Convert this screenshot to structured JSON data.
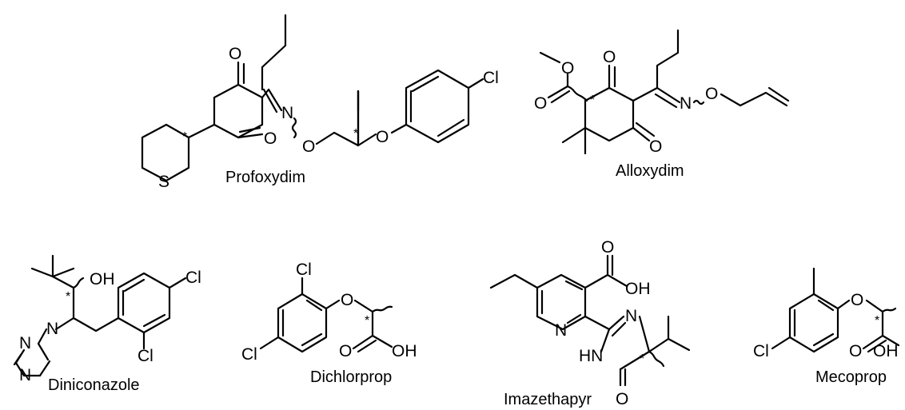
{
  "molecules": {
    "profoxydim": {
      "name": "Profoxydim",
      "labels": {
        "o1": "O",
        "o2": "O",
        "n": "N",
        "o3": "O",
        "o4": "O",
        "cl": "Cl",
        "s": "S",
        "star1": "*",
        "star2": "*"
      }
    },
    "alloxydim": {
      "name": "Alloxydim",
      "labels": {
        "o1": "O",
        "o2": "O",
        "o3": "O",
        "o4": "O",
        "n": "N",
        "o5": "O",
        "star": "*"
      }
    },
    "diniconazole": {
      "name": "Diniconazole",
      "labels": {
        "oh": "OH",
        "cl1": "Cl",
        "cl2": "Cl",
        "n1": "N",
        "n2": "N",
        "n3": "N",
        "star": "*"
      }
    },
    "dichlorprop": {
      "name": "Dichlorprop",
      "labels": {
        "cl1": "Cl",
        "cl2": "Cl",
        "o1": "O",
        "o2": "O",
        "oh": "OH",
        "star": "*"
      }
    },
    "imazethapyr": {
      "name": "Imazethapyr",
      "labels": {
        "o1": "O",
        "oh": "OH",
        "n1": "N",
        "n2": "N",
        "hn": "HN",
        "o2": "O",
        "star": "*"
      }
    },
    "mecoprop": {
      "name": "Mecoprop",
      "labels": {
        "o1": "O",
        "cl": "Cl",
        "o2": "O",
        "oh": "OH",
        "star": "*"
      }
    }
  }
}
